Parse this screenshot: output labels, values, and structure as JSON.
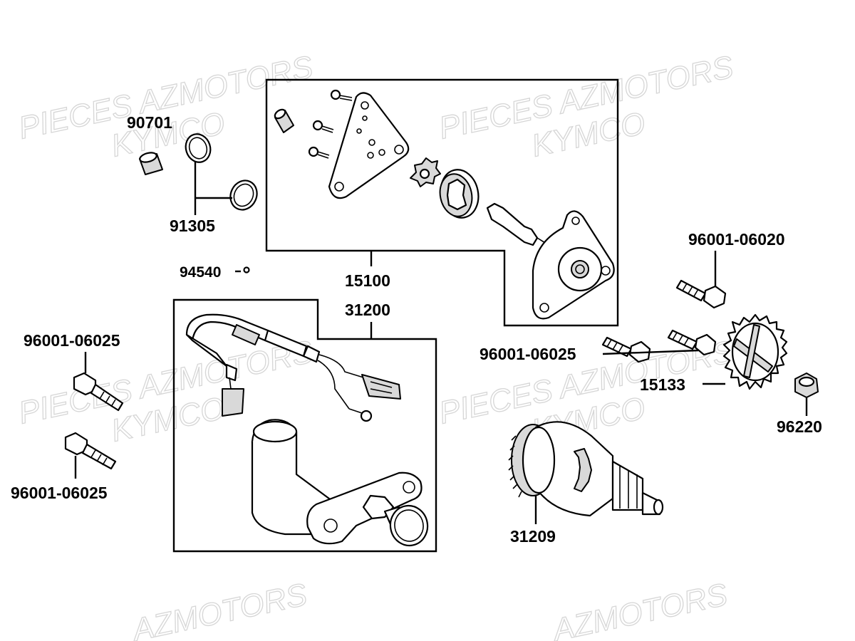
{
  "watermarks": [
    {
      "id": "wm1",
      "text": "PIECES AZMOTORS"
    },
    {
      "id": "wm2",
      "text": "KYMCO"
    },
    {
      "id": "wm3",
      "text": "PIECES AZMOTORS"
    },
    {
      "id": "wm4",
      "text": "KYMCO"
    },
    {
      "id": "wm5",
      "text": "PIECES AZMOTORS"
    },
    {
      "id": "wm6",
      "text": "KYMCO"
    },
    {
      "id": "wm7",
      "text": "PIECES AZMOTORS"
    },
    {
      "id": "wm8",
      "text": "KYMCO"
    },
    {
      "id": "wm9",
      "text": "AZMOTORS"
    },
    {
      "id": "wm10",
      "text": "AZMOTORS"
    }
  ],
  "labels": {
    "p90701": "90701",
    "p91305": "91305",
    "p94540": "94540",
    "p15100": "15100",
    "p31200": "31200",
    "p96001_06020": "96001-06020",
    "p96001_06025_left_top": "96001-06025",
    "p96001_06025_left_bottom": "96001-06025",
    "p96001_06025_right": "96001-06025",
    "p15133": "15133",
    "p96220": "96220",
    "p31209": "31209"
  },
  "colors": {
    "ink": "#000000",
    "watermark": "#d6d6d6",
    "part_shade": "#d9d9d9"
  }
}
